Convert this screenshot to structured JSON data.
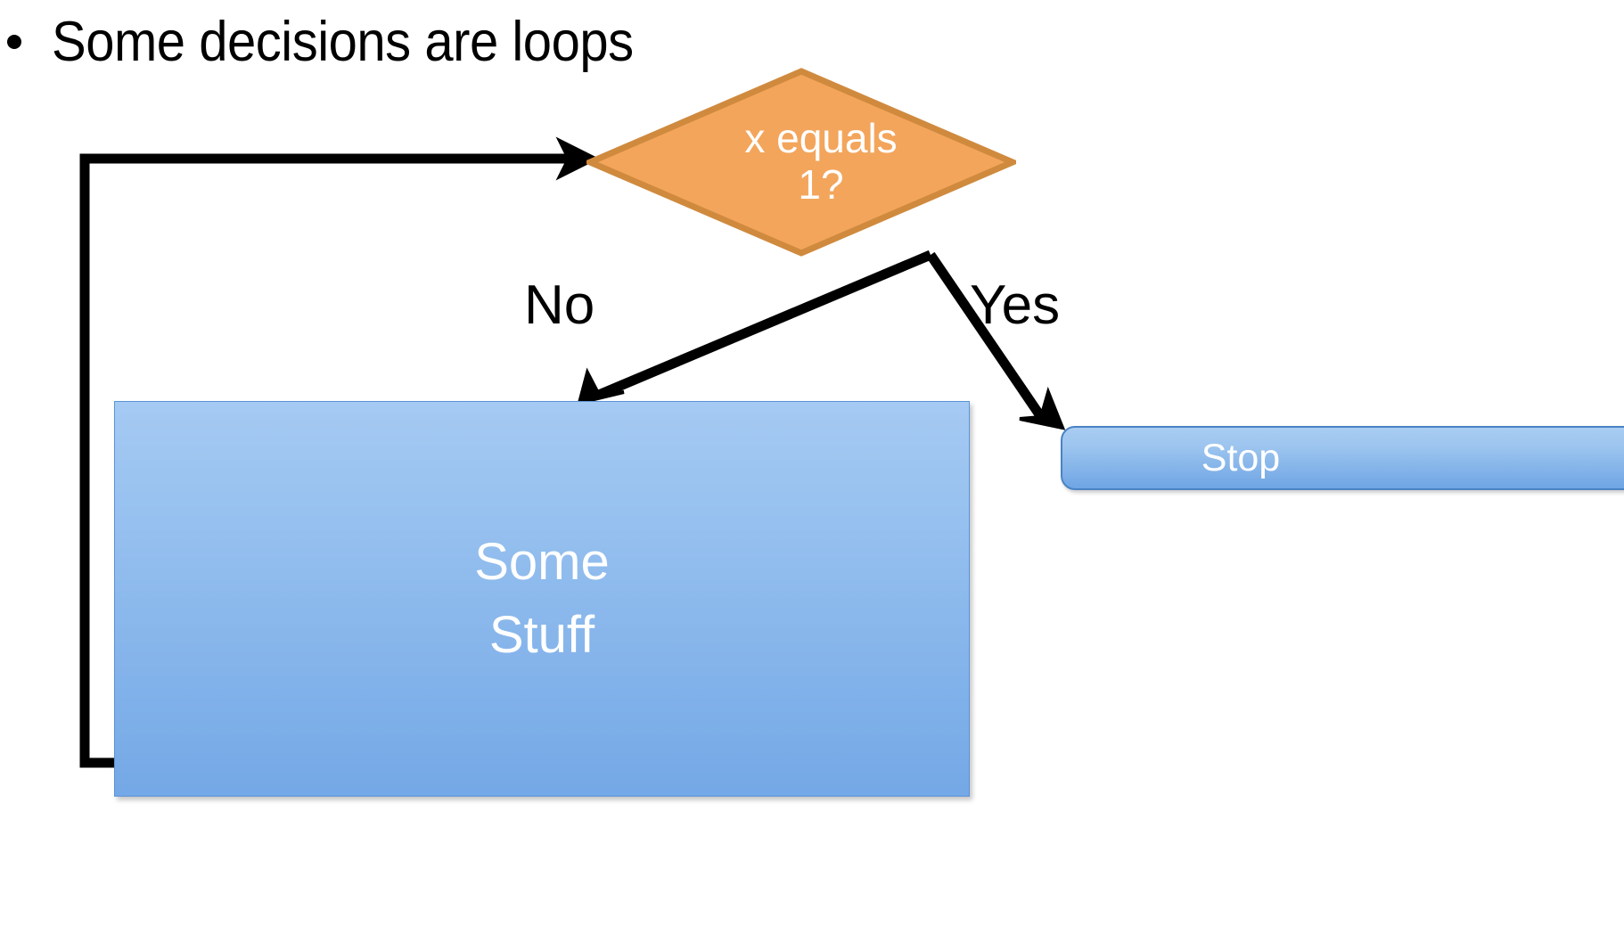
{
  "slide": {
    "background_color": "#ffffff",
    "bullet": {
      "marker": "bullet-dot",
      "text": "Some decisions are loops"
    }
  },
  "flowchart": {
    "title": "Some decisions are loops",
    "nodes": [
      {
        "id": "decision",
        "type": "diamond",
        "label_line1": "x equals",
        "label_line2": "1?",
        "fill": "#f3a55c",
        "stroke": "#d08a3e",
        "text_color": "#ffffff"
      },
      {
        "id": "process",
        "type": "rectangle",
        "label_line1": "Some",
        "label_line2": "Stuff",
        "fill_top": "#a5caf3",
        "fill_bottom": "#74a8e6",
        "stroke": "#5b93d4",
        "text_color": "#ffffff"
      },
      {
        "id": "stop",
        "type": "rounded-rectangle",
        "label": "Stop",
        "fill_top": "#a9ccf2",
        "fill_bottom": "#6fa5e4",
        "stroke": "#4a83c4",
        "text_color": "#ffffff"
      }
    ],
    "edges": [
      {
        "id": "loop-back",
        "from": "process",
        "to": "decision",
        "label": "",
        "style": "elbow",
        "color": "#000000"
      },
      {
        "id": "decision-no",
        "from": "decision",
        "to": "process",
        "label": "No",
        "style": "diagonal",
        "color": "#000000"
      },
      {
        "id": "decision-yes",
        "from": "decision",
        "to": "stop",
        "label": "Yes",
        "style": "diagonal",
        "color": "#000000"
      }
    ],
    "edge_labels": {
      "no": "No",
      "yes": "Yes"
    }
  }
}
